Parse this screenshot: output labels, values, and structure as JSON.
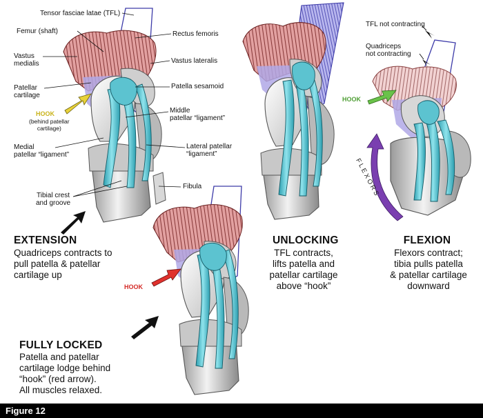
{
  "labels": {
    "tfl": "Tensor fasciae latae (TFL)",
    "femur": "Femur (shaft)",
    "rectus": "Rectus femoris",
    "vastus_medialis": "Vastus\nmedialis",
    "vastus_lateralis": "Vastus lateralis",
    "patellar_cartilage": "Patellar\ncartilage",
    "patella_sesamoid": "Patella sesamoid",
    "hook": "HOOK",
    "hook_note": "(behind patellar\ncartilage)",
    "middle_ligament": "Middle\npatellar “ligament”",
    "medial_ligament": "Medial\npatellar “ligament”",
    "lateral_ligament": "Lateral patellar\n“ligament”",
    "fibula": "Fibula",
    "tibial_crest": "Tibial crest\nand groove",
    "tfl_not": "TFL not contracting",
    "quad_not": "Quadriceps\nnot contracting",
    "flexors": "FLEXORS"
  },
  "captions": {
    "extension": {
      "title": "EXTENSION",
      "body": "Quadriceps contracts to\npull patella & patellar\ncartilage up"
    },
    "unlocking": {
      "title": "UNLOCKING",
      "body": "TFL contracts,\nlifts patella and\npatellar cartilage\nabove “hook”"
    },
    "flexion": {
      "title": "FLEXION",
      "body": "Flexors contract;\ntibia pulls patella\n& patellar cartilage\ndownward"
    },
    "locked": {
      "title": "FULLY LOCKED",
      "body": "Patella and patellar\ncartilage lodge behind\n“hook” (red arrow).\nAll muscles relaxed."
    }
  },
  "figure_label": "Figure 12",
  "colors": {
    "muscle": "#d98a8a",
    "muscle_light": "#f0c9c9",
    "tfl_band": "#7a78d6",
    "ligament": "#5ec9d6",
    "bone": "#d4d4d4",
    "hook_yellow": "#e8d23a",
    "hook_red": "#e0312d",
    "hook_green": "#6ac24a",
    "flexor_arrow": "#7a3fb0"
  }
}
